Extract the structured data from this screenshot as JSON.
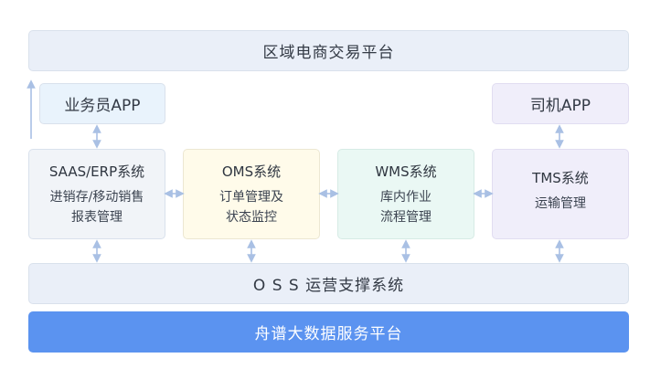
{
  "top_band": {
    "label": "区域电商交易平台"
  },
  "apps": {
    "salesman": "业务员APP",
    "driver": "司机APP"
  },
  "systems": [
    {
      "title": "SAAS/ERP系统",
      "line1": "进销存/移动销售",
      "line2": "报表管理"
    },
    {
      "title": "OMS系统",
      "line1": "订单管理及",
      "line2": "状态监控"
    },
    {
      "title": "WMS系统",
      "line1": "库内作业",
      "line2": "流程管理"
    },
    {
      "title": "TMS系统",
      "line1": "运输管理",
      "line2": ""
    }
  ],
  "oss_band": {
    "label": "O S S 运营支撑系统"
  },
  "bottom_band": {
    "label": "舟谱大数据服务平台"
  },
  "colors": {
    "band_fill": "#eaeff8",
    "bottom_fill": "#5b93f0",
    "saas_fill": "#f1f4f8",
    "oms_fill": "#fffbea",
    "wms_fill": "#eaf8f4",
    "tms_fill": "#f0eefa",
    "salesman_app_fill": "#e9f3fc",
    "driver_app_fill": "#f0eefa",
    "arrow": "#a9c0e4"
  }
}
